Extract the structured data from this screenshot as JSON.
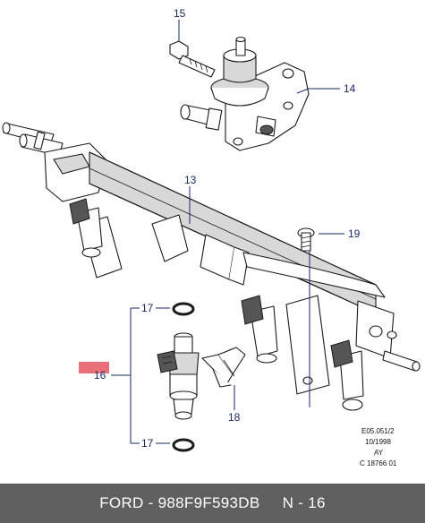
{
  "callouts": {
    "c15": "15",
    "c14": "14",
    "c13": "13",
    "c19": "19",
    "c17a": "17",
    "c16": "16",
    "c18": "18",
    "c17b": "17"
  },
  "reference": {
    "line1": "E05.051/2",
    "line2": "10/1998",
    "line3": "AY",
    "line4": "C 18766 01"
  },
  "footer": {
    "brand": "FORD",
    "part_number": "988F9F593DB",
    "position": "N - 16"
  },
  "colors": {
    "callout": "#1a2a6c",
    "highlight": "#ea6f78",
    "footer_bg": "#5f5f5f"
  }
}
